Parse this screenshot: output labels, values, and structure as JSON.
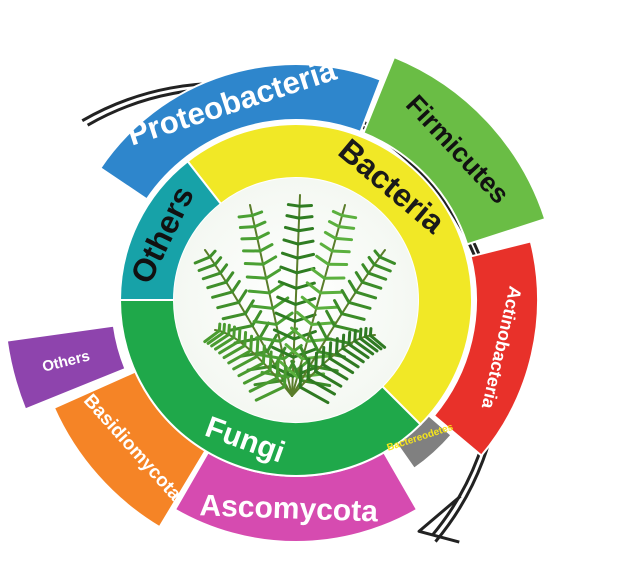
{
  "diagram": {
    "inner_ring": [
      {
        "label": "Bacteria",
        "color": "#f1e826",
        "text_color": "#1a1a1a"
      },
      {
        "label": "Fungi",
        "color": "#1fa84a",
        "text_color": "#ffffff"
      },
      {
        "label": "Others",
        "color": "#17a2a8",
        "text_color": "#111111"
      }
    ],
    "outer_ring": [
      {
        "label": "Proteobacteria",
        "color": "#2e86cc",
        "text_color": "#ffffff"
      },
      {
        "label": "Firmicutes",
        "color": "#6abd45",
        "text_color": "#111111"
      },
      {
        "label": "Actinobacteria",
        "color": "#e8312a",
        "text_color": "#ffffff"
      },
      {
        "label": "Bactereodetes",
        "color": "#808080",
        "text_color": "#f5e51b"
      },
      {
        "label": "Ascomycota",
        "color": "#d64bb0",
        "text_color": "#ffffff"
      },
      {
        "label": "Basidiomycota",
        "color": "#f58426",
        "text_color": "#ffffff"
      },
      {
        "label": "Others",
        "color": "#8e44ad",
        "text_color": "#ffffff"
      }
    ],
    "center_image": "palm-leaves-illustration",
    "arrow_icon": "curved-arrow-icon"
  }
}
